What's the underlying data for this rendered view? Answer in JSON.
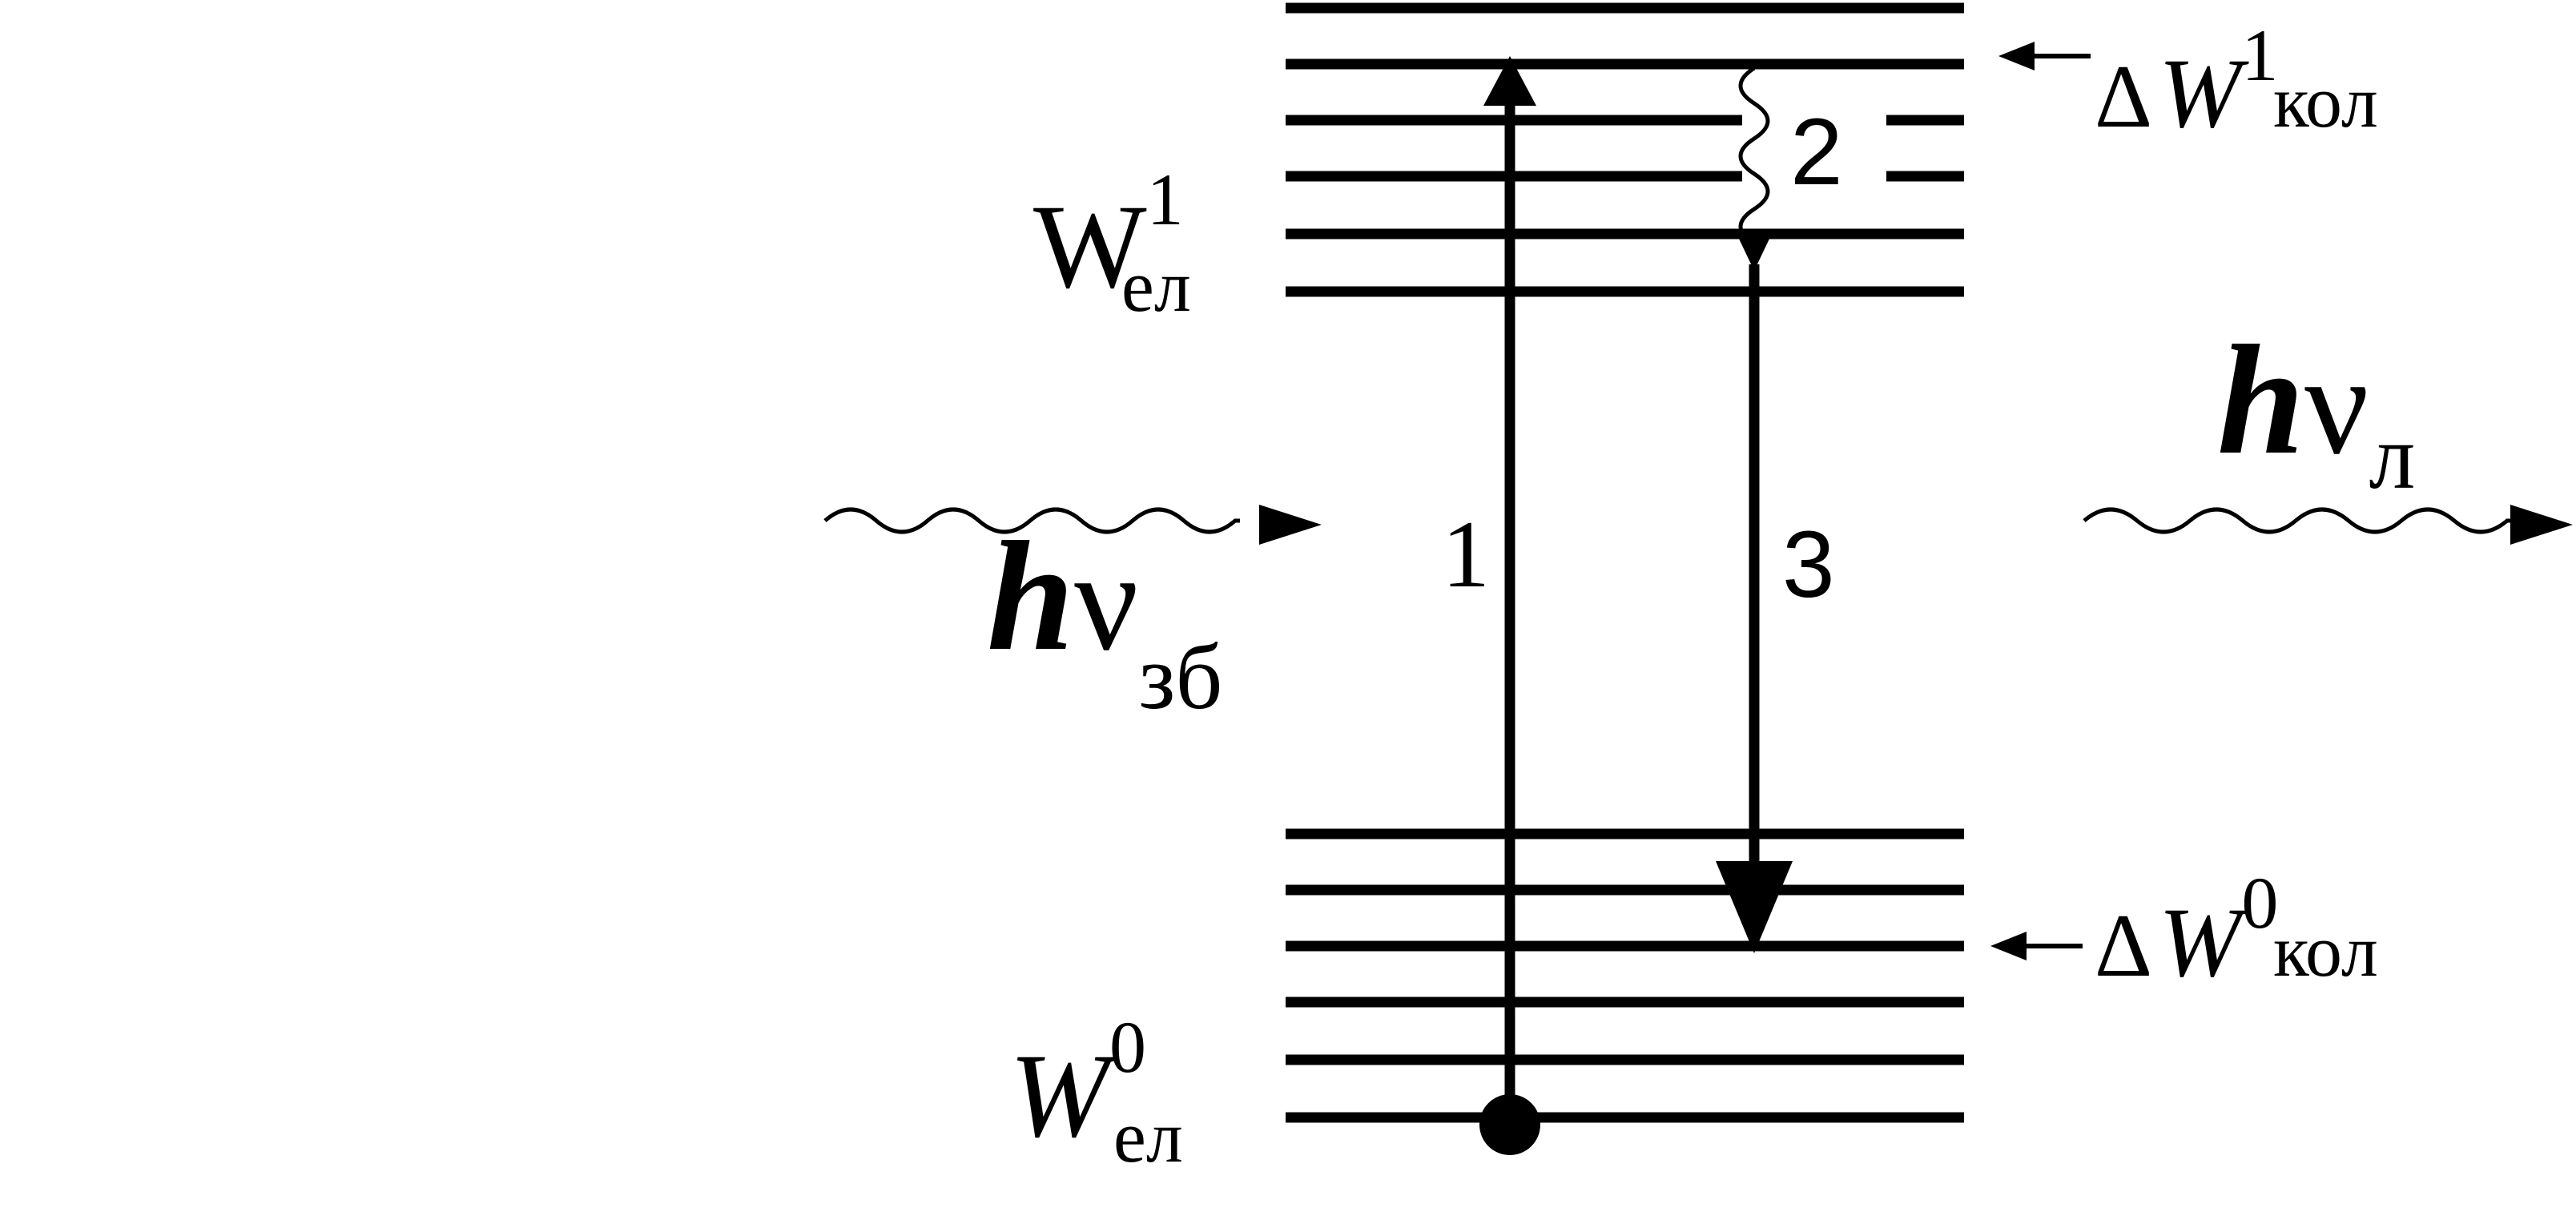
{
  "upper_state": {
    "main": "W",
    "sub": "ел",
    "sup": "1"
  },
  "lower_state": {
    "main": "W",
    "sub": "ел",
    "sup": "0"
  },
  "upper_vib": {
    "delta": "Δ",
    "main": "W",
    "sub": "кол",
    "sup": "1"
  },
  "lower_vib": {
    "delta": "Δ",
    "main": "W",
    "sub": "кол",
    "sup": "0"
  },
  "excitation_photon": {
    "h": "h",
    "nu": "ν",
    "sub": "зб"
  },
  "emitted_photon": {
    "h": "h",
    "nu": "ν",
    "sub": "л"
  },
  "transitions": {
    "absorption": "1",
    "relaxation": "2",
    "emission": "3"
  },
  "colors": {
    "ink": "#000000",
    "background": "#ffffff"
  }
}
